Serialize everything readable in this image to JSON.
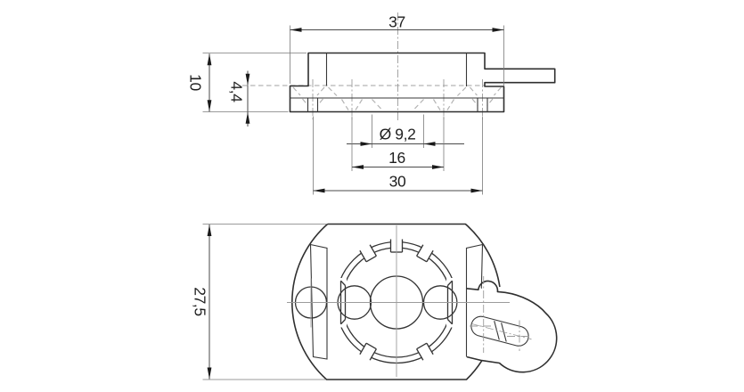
{
  "theme": {
    "bg": "#ffffff",
    "line-strong": "#2f2f2f",
    "line-medium": "#383838",
    "line-ring": "#333333",
    "line-dim": "#4a4a4a",
    "line-ext": "#7a7a7a",
    "line-center": "#9b9b9b",
    "line-hidden": "#b3b3b3",
    "text": "#1f1f1f"
  },
  "dimensions": {
    "overall_width": "37",
    "overall_height": "10",
    "base_plate_height": "4,4",
    "center_bore": "Ø 9,2",
    "inner_hole_spacing": "16",
    "outer_hole_spacing": "30",
    "plan_height": "27,5"
  }
}
